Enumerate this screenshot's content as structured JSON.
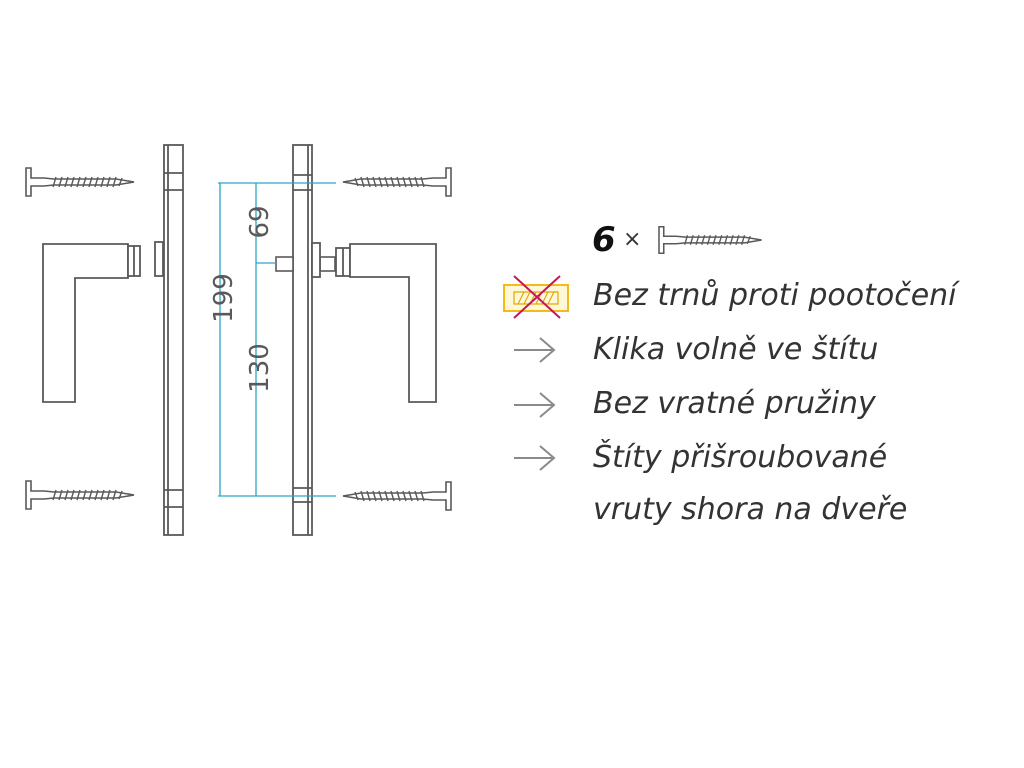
{
  "dimensions": {
    "total_height": "199",
    "screw_spacing": "130",
    "spindle_offset": "69"
  },
  "screws": {
    "count": "6",
    "multiplier": "×"
  },
  "features": [
    {
      "text": "Bez trnů proti pootočení",
      "icon": "no-anti-rotation-pins-icon"
    },
    {
      "text": "Klika volně ve štítu",
      "icon": "arrow-right-icon"
    },
    {
      "text": "Bez vratné pružiny",
      "icon": "arrow-right-icon"
    },
    {
      "text": "Štíty přišroubované",
      "icon": "arrow-right-icon"
    },
    {
      "text": "vruty shora na dveře",
      "icon": ""
    }
  ],
  "colors": {
    "line": "#595959",
    "dimension": "#2aa6c7",
    "icon_frame": "#f3b400",
    "icon_cross": "#c2185b",
    "text": "#333333"
  }
}
